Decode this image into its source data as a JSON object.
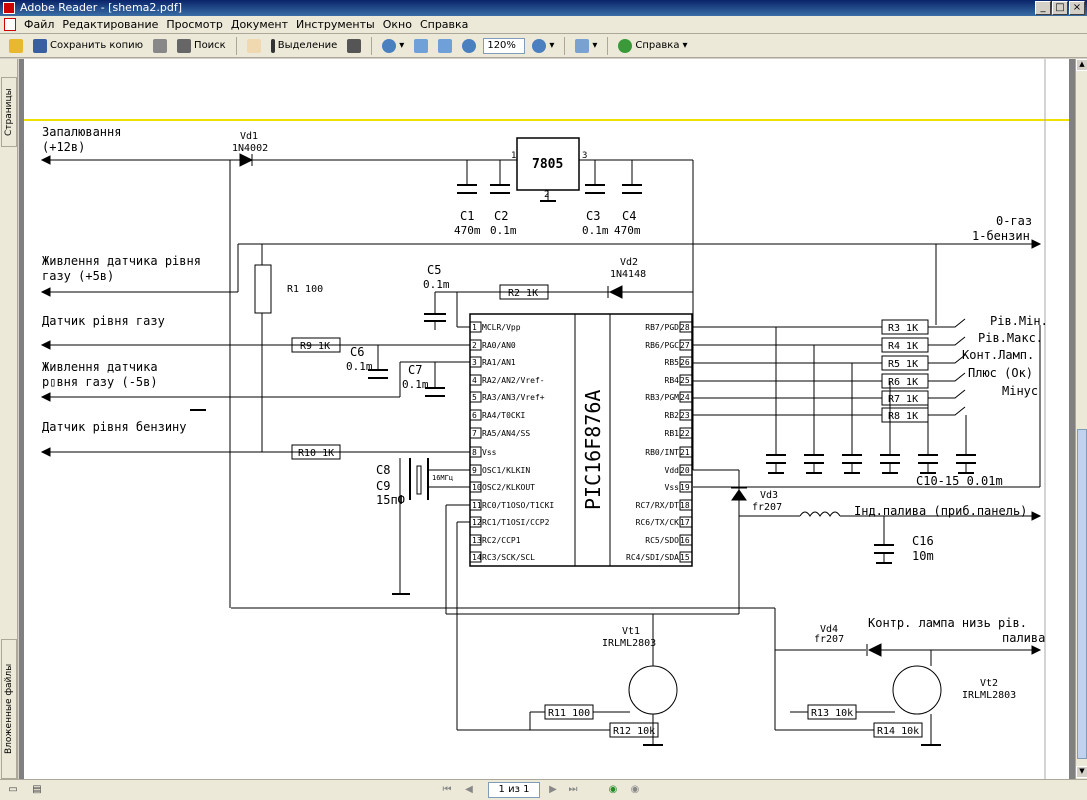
{
  "window": {
    "title": "Adobe Reader - [shema2.pdf]",
    "min": "_",
    "max": "□",
    "close": "×"
  },
  "menu": [
    "Файл",
    "Редактирование",
    "Просмотр",
    "Документ",
    "Инструменты",
    "Окно",
    "Справка"
  ],
  "toolbar": {
    "save_copy": "Сохранить копию",
    "search": "Поиск",
    "select": "Выделение",
    "zoom": "120%",
    "help": "Справка"
  },
  "side_tabs": {
    "pages": "Страницы",
    "attachments": "Вложенные файлы"
  },
  "status": {
    "page": "1 из 1"
  },
  "schematic": {
    "left_labels": {
      "ignition": "Запалювання",
      "ignition_v": "(+12в)",
      "gas_supply": "Живлення датчика рівня",
      "gas_supply2": "газу (+5в)",
      "gas_sensor": "Датчик рівня газу",
      "neg_supply": "Живлення датчика",
      "neg_supply2": "р▯вня газу (-5в)",
      "petrol_sensor": "Датчик рівня бензину"
    },
    "right_labels": {
      "mode1": "0-газ",
      "mode2": "1-бензин",
      "lvl_min": "Рів.Мін.",
      "lvl_max": "Рів.Макс.",
      "lamp": "Конт.Ламп.",
      "plus": "Плюс (Ок)",
      "minus": "Мінус",
      "ind": "Інд.палива (приб.панель)",
      "lamp2": "Контр. лампа низь рів.",
      "lamp3": "палива"
    },
    "parts": {
      "vd1": "Vd1",
      "vd1v": "1N4002",
      "reg": "7805",
      "reg_in": "1",
      "reg_out": "3",
      "reg_gnd": "2",
      "c1": "C1",
      "c1v": "470m",
      "c2": "C2",
      "c2v": "0.1m",
      "c3": "C3",
      "c3v": "0.1m",
      "c4": "C4",
      "c4v": "470m",
      "c5": "C5",
      "c5v": "0.1m",
      "vd2": "Vd2",
      "vd2v": "1N4148",
      "r1": "R1 100",
      "r2": "R2 1K",
      "r9": "R9 1K",
      "r10": "R10 1K",
      "c6": "C6",
      "c6v": "0.1m",
      "c7": "C7",
      "c7v": "0.1m",
      "c8": "C8",
      "c9": "C9",
      "c9v": "15пФ",
      "xtal": "16МГц",
      "mcu": "PIC16F876A",
      "r3": "R3 1K",
      "r4": "R4 1K",
      "r5": "R5 1K",
      "r6": "R6 1K",
      "r7": "R7 1K",
      "r8": "R8 1K",
      "c10": "C10-15  0.01m",
      "vd3": "Vd3",
      "vd3v": "fr207",
      "c16": "C16",
      "c16v": "10m",
      "vd4": "Vd4",
      "vd4v": "fr207",
      "vt1": "Vt1",
      "vt1v": "IRLML2803",
      "vt2": "Vt2",
      "vt2v": "IRLML2803",
      "r11": "R11 100",
      "r12": "R12 10k",
      "r13": "R13 10k",
      "r14": "R14 10k"
    },
    "pins_left": [
      "MCLR/Vpp",
      "RA0/AN0",
      "RA1/AN1",
      "RA2/AN2/Vref-",
      "RA3/AN3/Vref+",
      "RA4/T0CKI",
      "RA5/AN4/SS",
      "Vss",
      "OSC1/KLKIN",
      "OSC2/KLKOUT",
      "RC0/T1OSO/T1CKI",
      "RC1/T1OSI/CCP2",
      "RC2/CCP1",
      "RC3/SCK/SCL"
    ],
    "pins_right": [
      "RB7/PGD",
      "RB6/PGC",
      "RB5",
      "RB4",
      "RB3/PGM",
      "RB2",
      "RB1",
      "RB0/INT",
      "Vdd",
      "Vss",
      "RC7/RX/DT",
      "RC6/TX/CK",
      "RC5/SDO",
      "RC4/SDI/SDA"
    ],
    "pin_nums_left": [
      "1",
      "2",
      "3",
      "4",
      "5",
      "6",
      "7",
      "8",
      "9",
      "10",
      "11",
      "12",
      "13",
      "14"
    ],
    "pin_nums_right": [
      "28",
      "27",
      "26",
      "25",
      "24",
      "23",
      "22",
      "21",
      "20",
      "19",
      "18",
      "17",
      "16",
      "15"
    ]
  }
}
